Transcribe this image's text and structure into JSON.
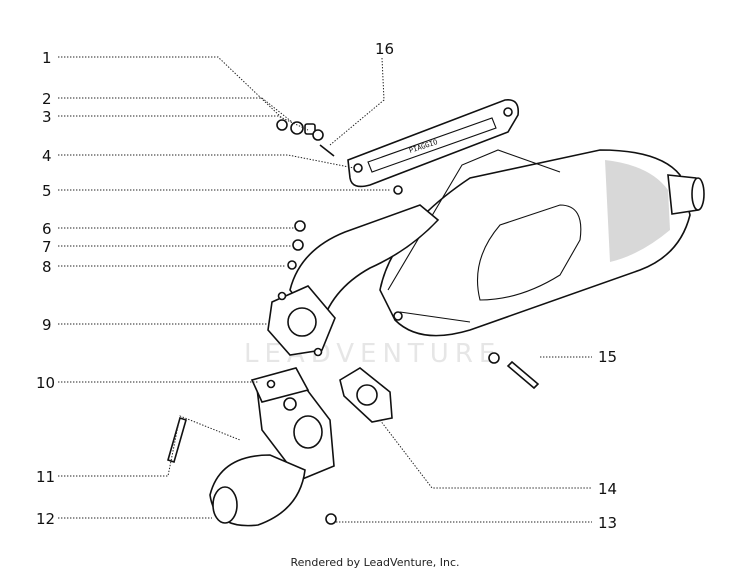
{
  "callouts": [
    "1",
    "2",
    "3",
    "4",
    "5",
    "6",
    "7",
    "8",
    "9",
    "10",
    "11",
    "12",
    "13",
    "14",
    "15",
    "16"
  ],
  "plate_text": "PIAGGIO",
  "watermark": "LEADVENTURE",
  "footer": "Rendered by LeadVenture, Inc."
}
